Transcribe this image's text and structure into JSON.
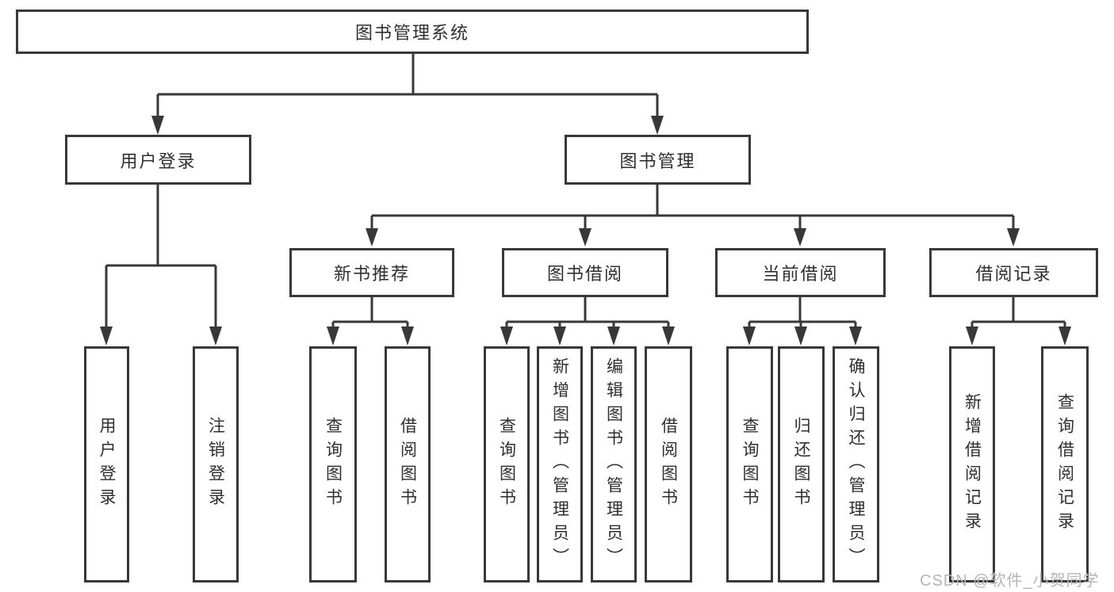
{
  "tree": {
    "root": {
      "label": "图书管理系统",
      "children": [
        {
          "label": "用户登录",
          "children": [
            {
              "label": "用户登录"
            },
            {
              "label": "注销登录"
            }
          ]
        },
        {
          "label": "图书管理",
          "children": [
            {
              "label": "新书推荐",
              "children": [
                {
                  "label": "查询图书"
                },
                {
                  "label": "借阅图书"
                }
              ]
            },
            {
              "label": "图书借阅",
              "children": [
                {
                  "label": "查询图书"
                },
                {
                  "label": "新增图书（管理员）"
                },
                {
                  "label": "编辑图书（管理员）"
                },
                {
                  "label": "借阅图书"
                }
              ]
            },
            {
              "label": "当前借阅",
              "children": [
                {
                  "label": "查询图书"
                },
                {
                  "label": "归还图书"
                },
                {
                  "label": "确认归还（管理员）"
                }
              ]
            },
            {
              "label": "借阅记录",
              "children": [
                {
                  "label": "新增借阅记录"
                },
                {
                  "label": "查询借阅记录"
                }
              ]
            }
          ]
        }
      ]
    }
  },
  "watermark": {
    "text": "CSDN @软件_小贺同学"
  },
  "colors": {
    "line": "#383838",
    "text": "#2f2f2f",
    "box_fill": "#ffffff",
    "background": "#ffffff",
    "watermark": "#b9b4b4"
  }
}
